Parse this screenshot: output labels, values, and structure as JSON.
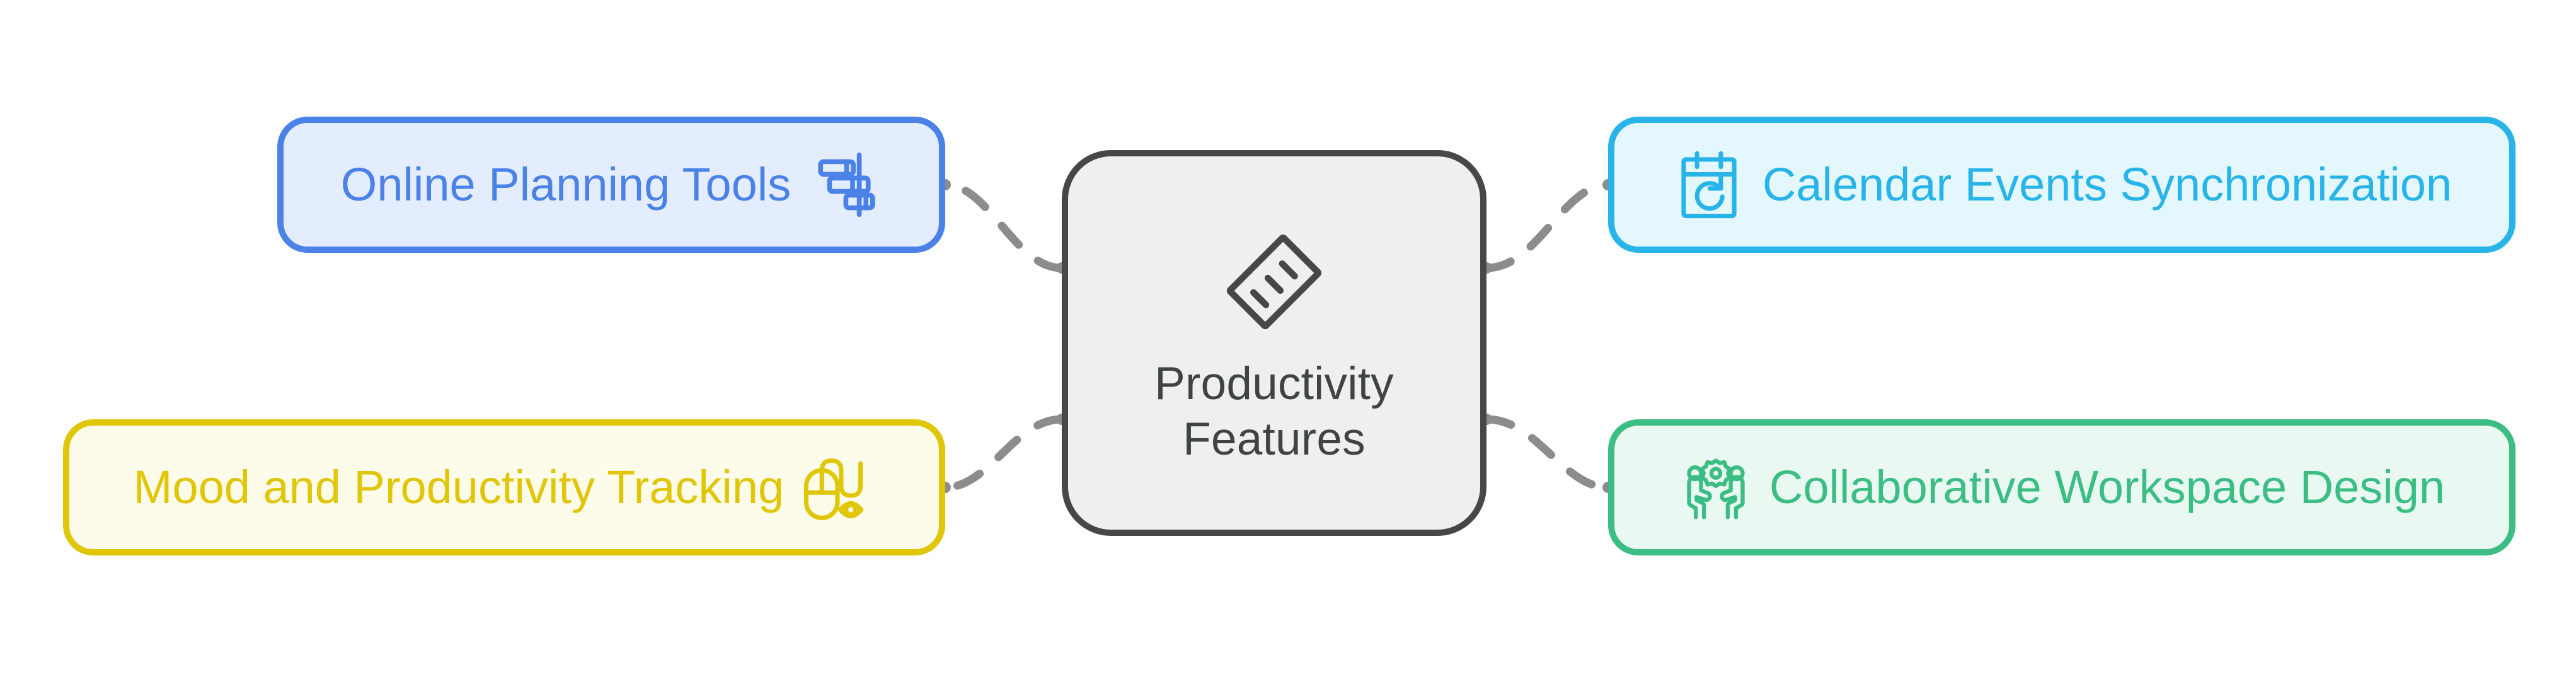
{
  "diagram": {
    "type": "mind-map",
    "background_color": "#ffffff",
    "edge_style": "dashed-curve",
    "edge_color": "#8c8c8c"
  },
  "root": {
    "label": "Productivity\nFeatures",
    "icon": "ruler-icon",
    "border_color": "#454847",
    "fill_color": "#efefef",
    "text_color": "#3f4341"
  },
  "branches": [
    {
      "id": "planning",
      "label": "Online Planning Tools",
      "icon": "gantt-chart-icon",
      "icon_side": "right",
      "side": "left",
      "border_color": "#4a82e8",
      "fill_color": "#e4edfd",
      "text_color": "#4a82e8"
    },
    {
      "id": "mood",
      "label": "Mood and Productivity Tracking",
      "icon": "mouse-eye-tracking-icon",
      "icon_side": "right",
      "side": "left",
      "border_color": "#e0c606",
      "fill_color": "#fdfbe9",
      "text_color": "#e0c606"
    },
    {
      "id": "calendar",
      "label": "Calendar Events Synchronization",
      "icon": "calendar-sync-icon",
      "icon_side": "left",
      "side": "right",
      "border_color": "#28b4e8",
      "fill_color": "#e3f7fd",
      "text_color": "#28b4e8"
    },
    {
      "id": "collab",
      "label": "Collaborative Workspace Design",
      "icon": "people-collaboration-icon",
      "icon_side": "left",
      "side": "right",
      "border_color": "#3bbd84",
      "fill_color": "#e9f9f1",
      "text_color": "#3bbd84"
    }
  ]
}
